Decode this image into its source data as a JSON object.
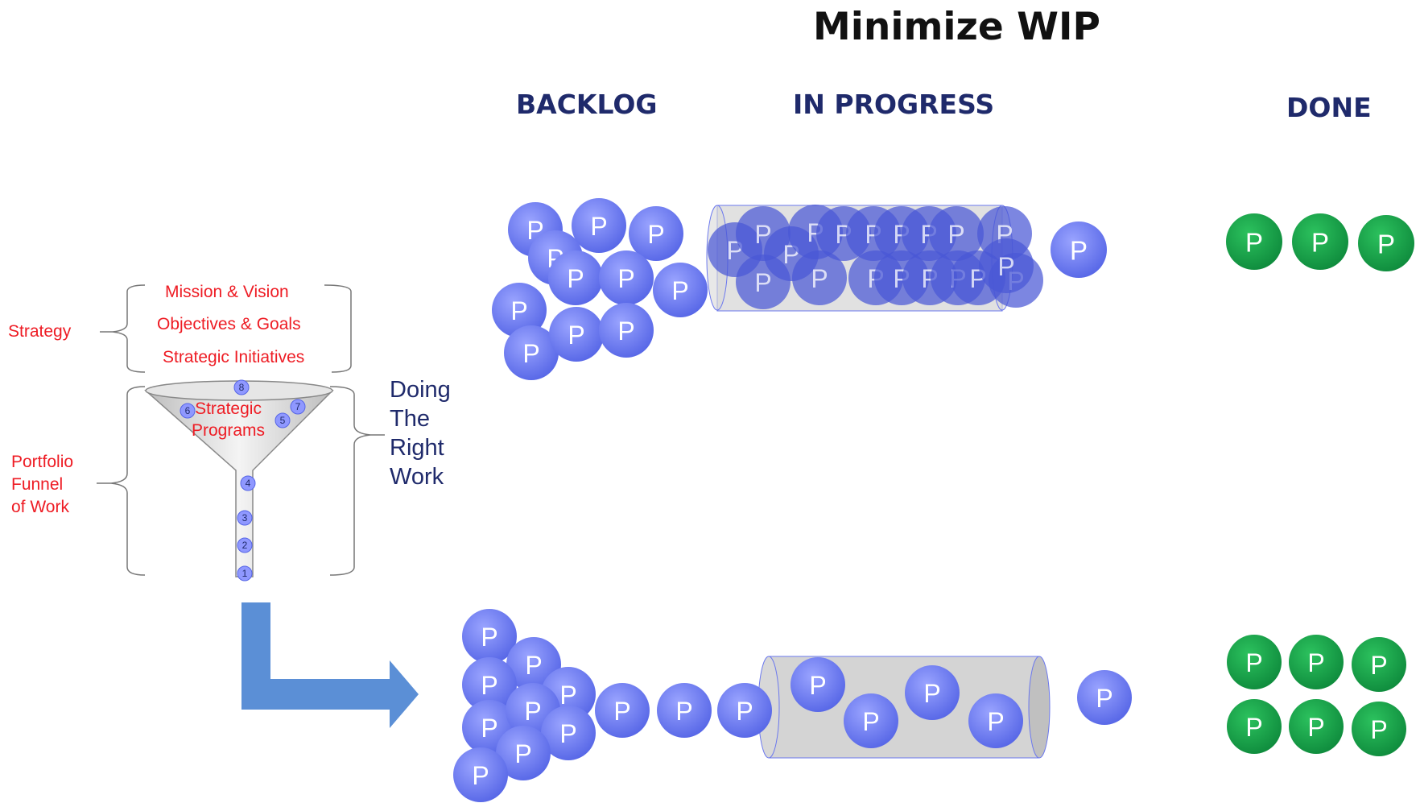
{
  "title": "Minimize WIP",
  "columns": {
    "backlog": "BACKLOG",
    "in_progress": "IN PROGRESS",
    "done": "DONE"
  },
  "funnel": {
    "strategy": "Strategy",
    "mission": "Mission & Vision",
    "objectives": "Objectives & Goals",
    "initiatives": "Strategic Initiatives",
    "programs": "Strategic\nPrograms",
    "portfolio": "Portfolio\nFunnel\nof Work",
    "doing": "Doing\nThe\nRight\nWork",
    "numbers": [
      "1",
      "2",
      "3",
      "4",
      "5",
      "6",
      "7",
      "8"
    ]
  },
  "token_letter": "P",
  "colors": {
    "project_token": "#6b78ee",
    "done_token": "#17a34a",
    "arrow": "#5b8fd6",
    "tube": "#cfcfcf",
    "heading": "#1f2a6b",
    "strategy_text": "#ee1c24"
  }
}
